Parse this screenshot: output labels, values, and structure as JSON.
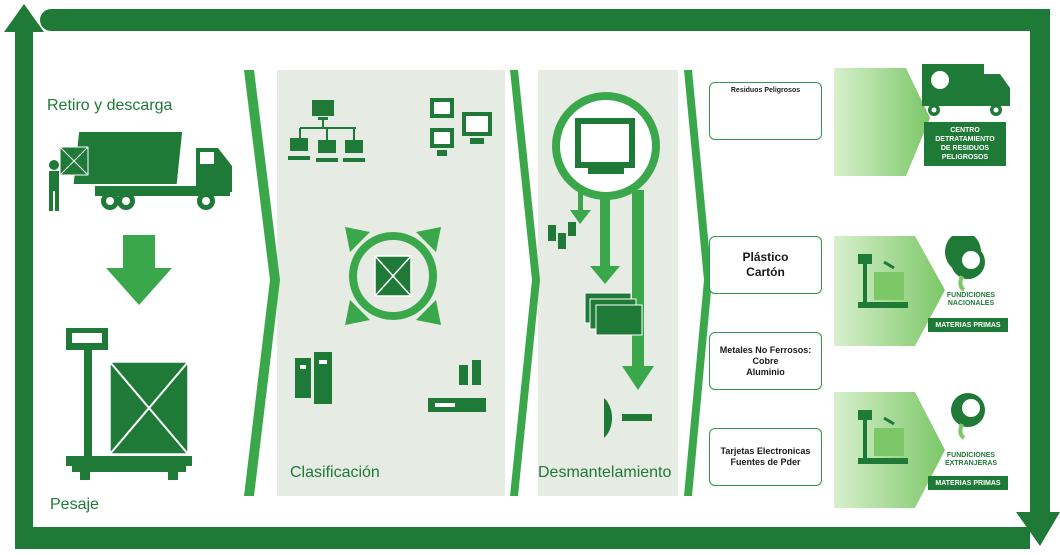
{
  "steps": {
    "pickup": "Retiro y descarga",
    "weighing": "Pesaje",
    "classification": "Clasificación",
    "dismantling": "Desmantelamiento"
  },
  "boxes": {
    "hazardous": "Residuos Peligrosos",
    "plastic_line1": "Plástico",
    "plastic_line2": "Cartón",
    "metals_line1": "Metales No Ferrosos:",
    "metals_line2": "Cobre",
    "metals_line3": "Aluminio",
    "cards_line1": "Tarjetas Electronicas",
    "cards_line2": "Fuentes de Pder"
  },
  "destinations": {
    "hazard_center_line1": "CENTRO",
    "hazard_center_line2": "DETRATAMIENTO",
    "hazard_center_line3": "DE RESIDUOS",
    "hazard_center_line4": "PELIGROSOS",
    "national_line1": "FUNDICIONES",
    "national_line2": "NACIONALES",
    "national_badge": "MATERIAS PRIMAS",
    "foreign_line1": "FUNDICIONES",
    "foreign_line2": "EXTRANJERAS",
    "foreign_badge": "MATERIAS PRIMAS"
  },
  "colors": {
    "dark_green": "#1f7a38",
    "mid_green": "#3aa84a",
    "light_green": "#8fd07a",
    "panel_grey": "#e6ebe3"
  }
}
